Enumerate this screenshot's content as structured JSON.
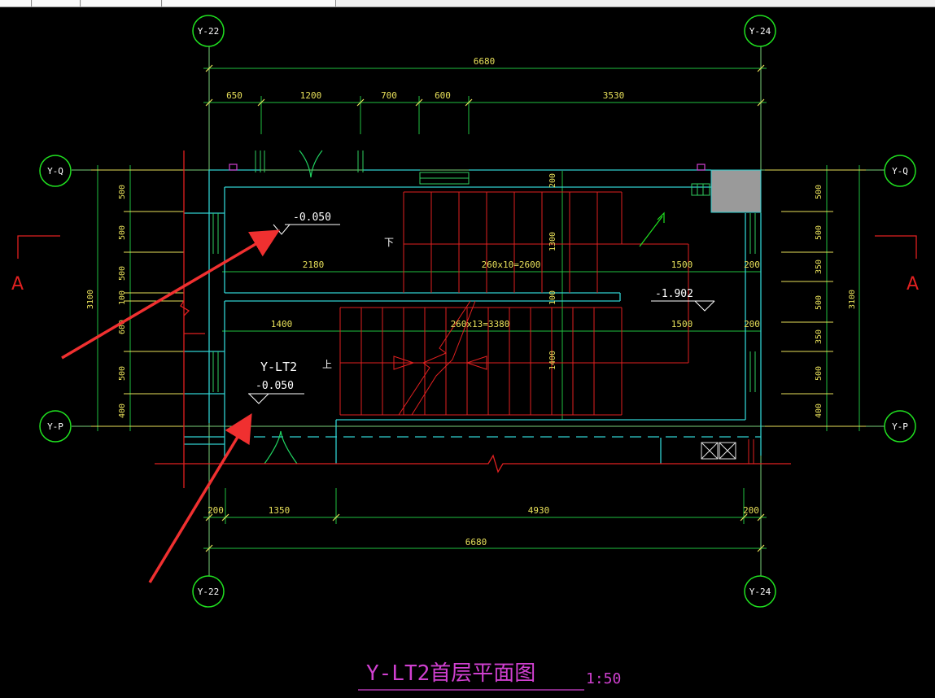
{
  "axes": {
    "y22": "Y-22",
    "y24": "Y-24",
    "yq": "Y-Q",
    "yp": "Y-P"
  },
  "dimensions": {
    "top_total": "6680",
    "top_650": "650",
    "top_1200": "1200",
    "top_700": "700",
    "top_600": "600",
    "top_3530": "3530",
    "bottom_200a": "200",
    "bottom_1350": "1350",
    "bottom_4930": "4930",
    "bottom_200b": "200",
    "bottom_total": "6680",
    "upper_2180": "2180",
    "upper_run": "260x10=2600",
    "upper_1500": "1500",
    "upper_200": "200",
    "lower_1400": "1400",
    "lower_run": "260x13=3380",
    "lower_1500": "1500",
    "lower_200": "200",
    "mid_200": "200",
    "mid_1300": "1300",
    "mid_100": "100",
    "mid_1400": "1400",
    "left_total": "3100",
    "left_500a": "500",
    "left_500b": "500",
    "left_500c": "500",
    "left_100": "100",
    "left_600": "600",
    "left_500d": "500",
    "left_400": "400",
    "right_total": "3100",
    "right_500a": "500",
    "right_500b": "500",
    "right_350a": "350",
    "right_500c": "500",
    "right_350b": "350",
    "right_500d": "500",
    "right_400": "400"
  },
  "annotations": {
    "level_upper": "-0.050",
    "level_lower": "-0.050",
    "level_landing": "-1.902",
    "stair_name": "Y-LT2",
    "down_label": "下",
    "up_label": "上",
    "section_left": "A",
    "section_right": "A"
  },
  "title": {
    "text": "Y-LT2首层平面图",
    "scale": "1:50"
  },
  "colors": {
    "background": "#000000",
    "axis_circle": "#20e020",
    "dimension": "#e8e05a",
    "wall": "#30d0d0",
    "stair": "#e02020",
    "title": "#d040d0",
    "arrow": "#f03030"
  }
}
